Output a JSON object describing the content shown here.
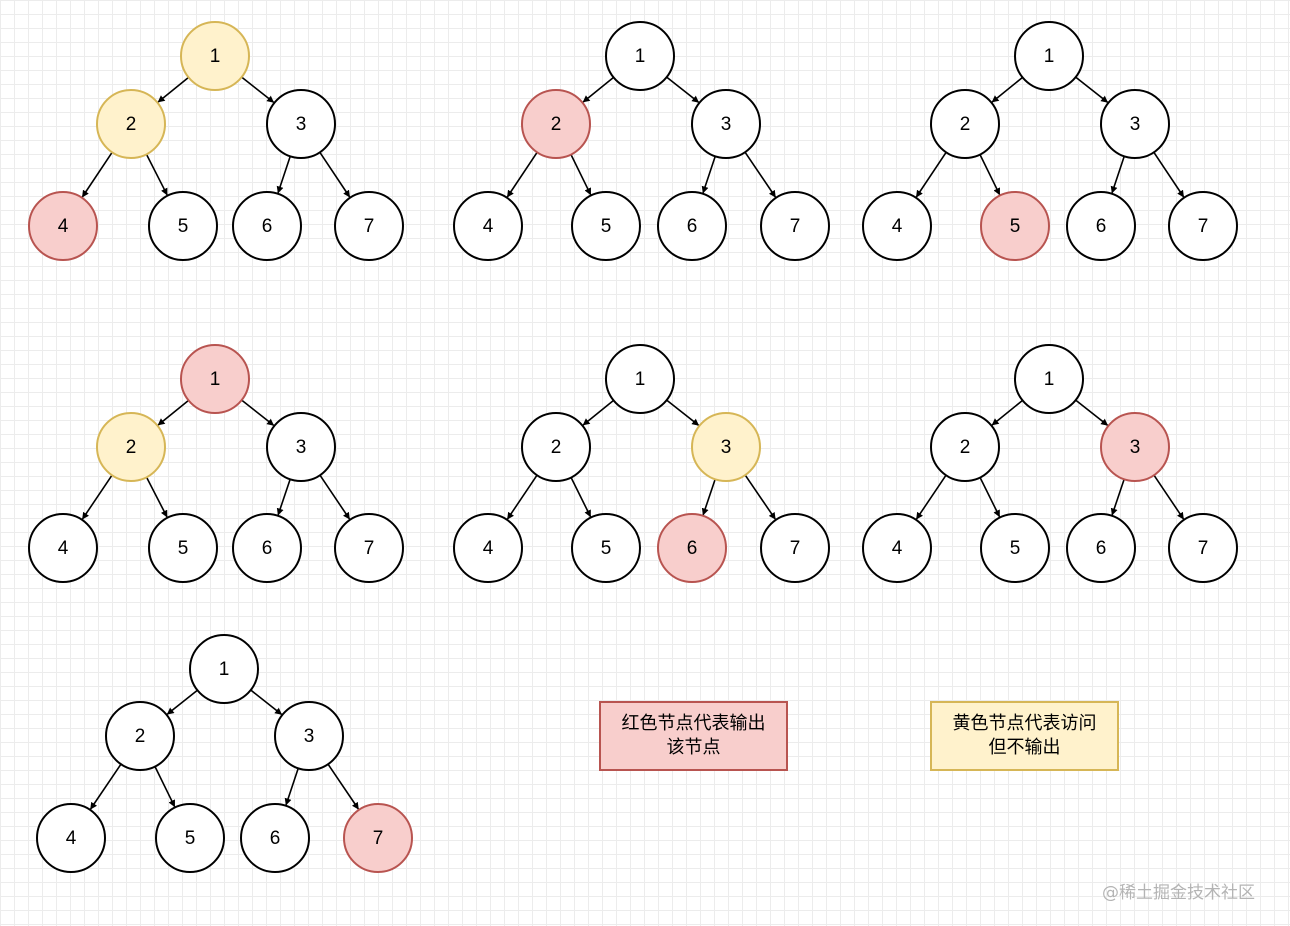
{
  "colors": {
    "output_fill": "#f8cecc",
    "output_stroke": "#b85450",
    "visit_fill": "#fff2cc",
    "visit_stroke": "#d6b656",
    "default_fill": "#ffffff",
    "default_stroke": "#000000"
  },
  "tree": {
    "labels": [
      "1",
      "2",
      "3",
      "4",
      "5",
      "6",
      "7"
    ],
    "edges": [
      [
        0,
        1
      ],
      [
        0,
        2
      ],
      [
        1,
        3
      ],
      [
        1,
        4
      ],
      [
        2,
        5
      ],
      [
        2,
        6
      ]
    ]
  },
  "steps": [
    {
      "output": "4",
      "visited": [
        "1",
        "2"
      ]
    },
    {
      "output": "2",
      "visited": []
    },
    {
      "output": "5",
      "visited": []
    },
    {
      "output": "1",
      "visited": [
        "2"
      ]
    },
    {
      "output": "6",
      "visited": [
        "3"
      ]
    },
    {
      "output": "3",
      "visited": []
    },
    {
      "output": "7",
      "visited": []
    }
  ],
  "legend": {
    "red_line1": "红色节点代表输出",
    "red_line2": "该节点",
    "yellow_line1": "黄色节点代表访问",
    "yellow_line2": "但不输出"
  },
  "watermark": "@稀土掘金技术社区"
}
